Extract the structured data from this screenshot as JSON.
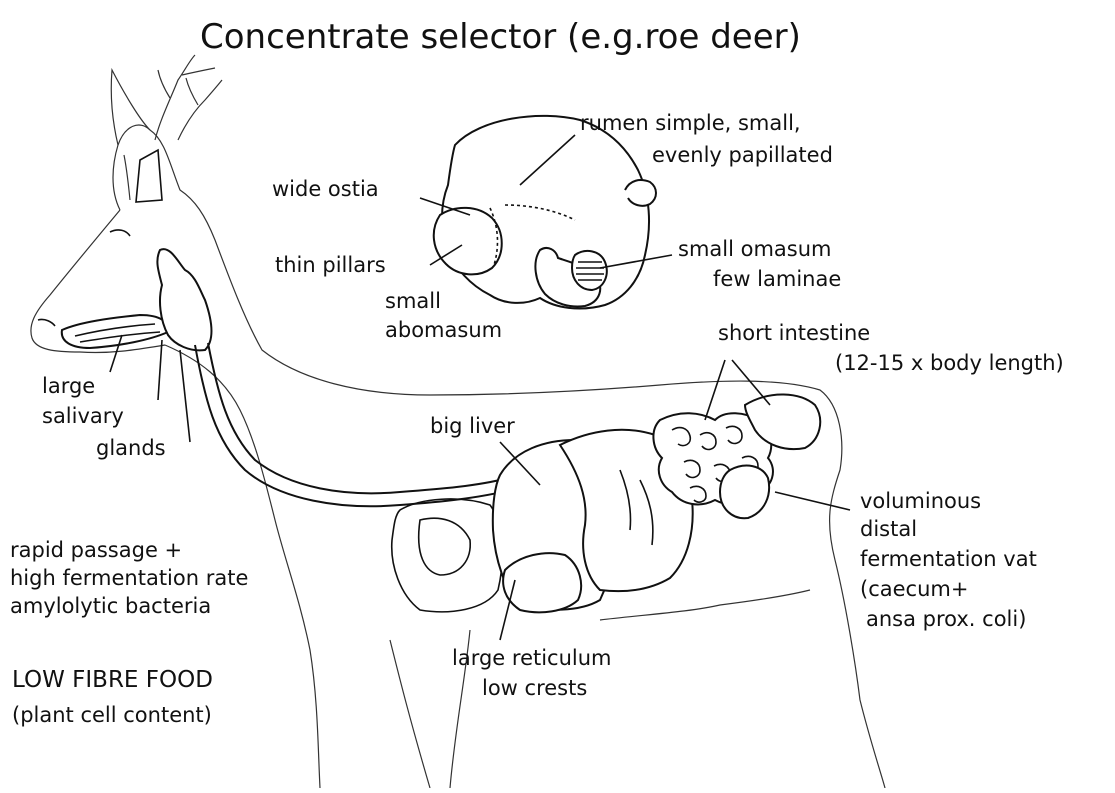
{
  "title": "Concentrate selector (e.g.roe deer)",
  "labels": {
    "rumen_line1": "rumen simple, small,",
    "rumen_line2": "evenly papillated",
    "wide_ostia": "wide ostia",
    "thin_pillars": "thin pillars",
    "abomasum_line1": "small",
    "abomasum_line2": "abomasum",
    "omasum_line1": "small omasum",
    "omasum_line2": "few laminae",
    "intestine_line1": "short intestine",
    "intestine_line2": "(12-15 x body length)",
    "salivary_line1": "large",
    "salivary_line2": "salivary",
    "salivary_line3": "glands",
    "big_liver": "big liver",
    "vat_line1": "voluminous",
    "vat_line2": "distal",
    "vat_line3": "fermentation vat",
    "vat_line4": "(caecum+",
    "vat_line5": "ansa prox. coli)",
    "passage_line1": "rapid passage +",
    "passage_line2": "high fermentation rate",
    "passage_line3": "amylolytic bacteria",
    "food_line1": "LOW FIBRE FOOD",
    "food_line2": "(plant cell content)",
    "reticulum_line1": "large reticulum",
    "reticulum_line2": "low crests"
  }
}
